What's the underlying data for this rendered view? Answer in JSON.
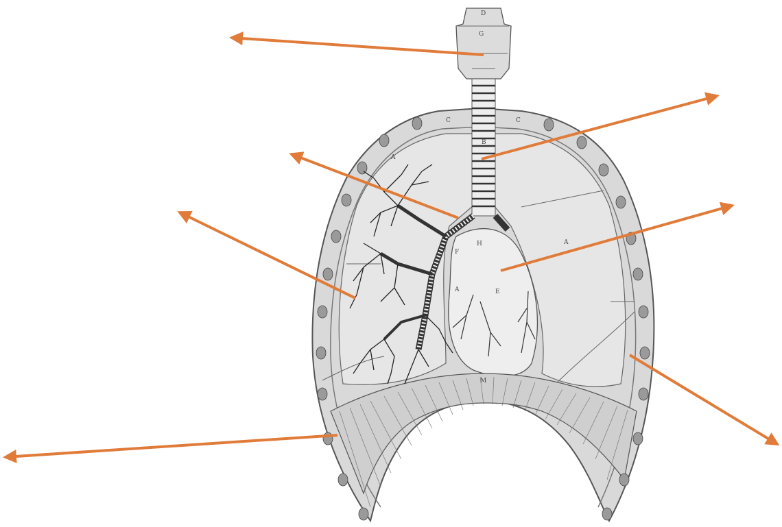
{
  "diagram": {
    "letters": {
      "larynx_top": "D",
      "larynx_mid": "G",
      "clavicle_left": "C",
      "clavicle_right": "C",
      "trachea": "B",
      "lung_left_top": "A",
      "lung_right_mid": "A",
      "lung_left_low": "A",
      "heart_h": "H",
      "heart_e": "E",
      "heart_f": "F",
      "diaphragm": "M"
    }
  },
  "colors": {
    "arrow": "#e07b39",
    "body_fill": "#d9d9d9",
    "lung_fill": "#e6e6e6",
    "outline": "#555555",
    "rib_fill": "#9a9a9a"
  }
}
